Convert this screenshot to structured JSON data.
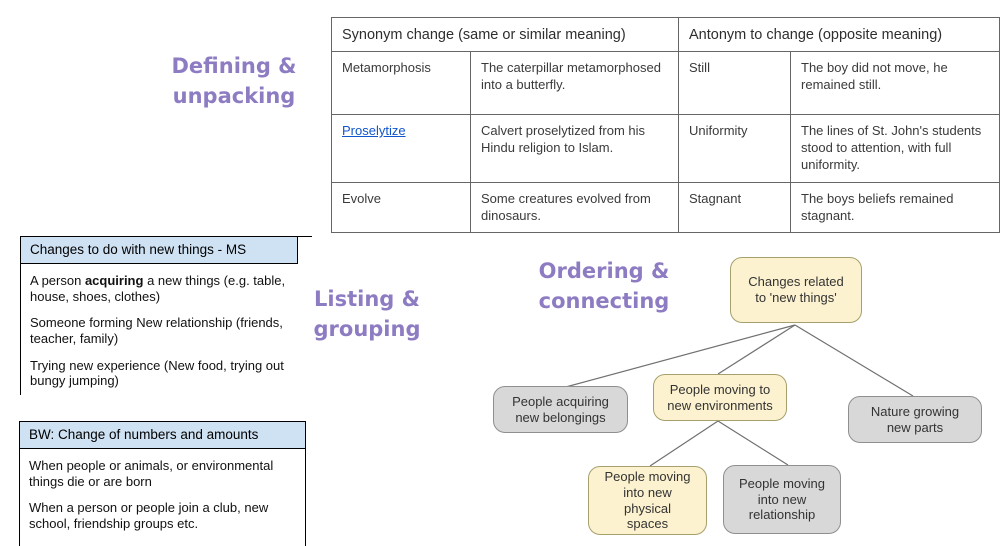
{
  "colors": {
    "accent_purple": "#8e7cc3",
    "note_header_blue": "#cfe2f3",
    "link_blue": "#1155cc",
    "node_yellow": "#fcf2cf",
    "node_gray": "#d8d8d8",
    "table_border": "#666666"
  },
  "section_labels": {
    "defining": {
      "line1": "Defining &",
      "line2": "unpacking"
    },
    "listing": {
      "line1": "Listing &",
      "line2": "grouping"
    },
    "ordering": {
      "line1": "Ordering &",
      "line2": "connecting"
    }
  },
  "vocab_table": {
    "synonym_header": "Synonym change (same or similar meaning)",
    "antonym_header": "Antonym to change (opposite meaning)",
    "rows": [
      {
        "synonym_word": "Metamorphosis",
        "synonym_example": "The caterpillar metamorphosed into a butterfly.",
        "antonym_word": "Still",
        "antonym_example": "The boy did not move, he remained still."
      },
      {
        "synonym_word": "Proselytize",
        "synonym_example": "Calvert proselytized from his Hindu religion to Islam.",
        "antonym_word": "Uniformity",
        "antonym_example": "The lines of St. John's students stood to attention, with full uniformity."
      },
      {
        "synonym_word": "Evolve",
        "synonym_example": "Some creatures evolved from dinosaurs.",
        "antonym_word": "Stagnant",
        "antonym_example": "The boys beliefs remained stagnant."
      }
    ]
  },
  "note_box_new_things": {
    "title": "Changes to do with new things - MS",
    "item1_prefix": "A person ",
    "item1_bold": "acquiring",
    "item1_suffix": " a new things (e.g. table, house, shoes, clothes)",
    "item2": "Someone forming New relationship (friends, teacher, family)",
    "item3": "Trying new experience (New food, trying out bungy jumping)"
  },
  "note_box_numbers": {
    "title": "BW: Change of numbers and amounts",
    "item1": "When people or animals, or environmental things die or are born",
    "item2": "When a person or people join a club, new school, friendship groups etc."
  },
  "tree": {
    "nodes": [
      {
        "id": "root",
        "label": "Changes related to 'new things'",
        "style": "yellow"
      },
      {
        "id": "acquiring",
        "label": "People acquiring new belongings",
        "style": "gray"
      },
      {
        "id": "environments",
        "label": "People moving to new environments",
        "style": "yellow"
      },
      {
        "id": "nature",
        "label": "Nature growing new parts",
        "style": "gray"
      },
      {
        "id": "physical",
        "label": "People moving into new physical spaces",
        "style": "yellow"
      },
      {
        "id": "relationship",
        "label": "People moving into new relationship",
        "style": "gray"
      }
    ]
  }
}
